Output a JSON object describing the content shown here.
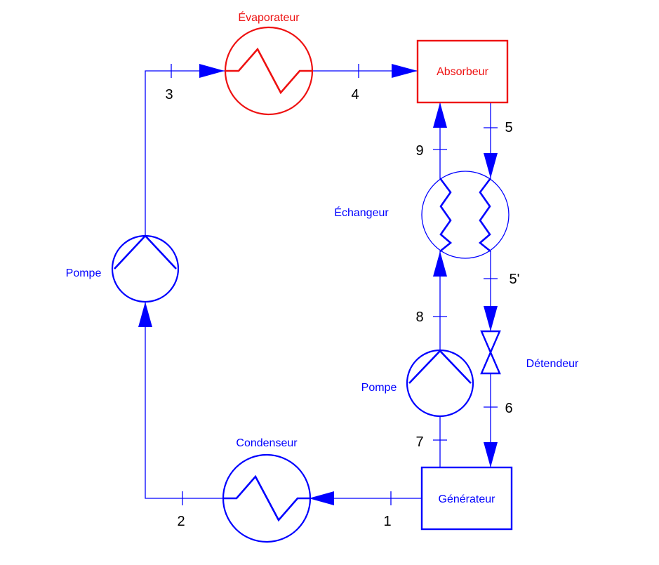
{
  "colors": {
    "blue": "#0000ff",
    "red": "#ee1111",
    "black": "#000000",
    "background": "#ffffff"
  },
  "components": {
    "evaporateur": "Évaporateur",
    "absorbeur": "Absorbeur",
    "echangeur": "Échangeur",
    "pompe_left": "Pompe",
    "pompe_right": "Pompe",
    "detendeur": "Détendeur",
    "condenseur": "Condenseur",
    "generateur": "Générateur"
  },
  "states": {
    "s1": "1",
    "s2": "2",
    "s3": "3",
    "s4": "4",
    "s5": "5",
    "s5p": "5'",
    "s6": "6",
    "s7": "7",
    "s8": "8",
    "s9": "9"
  }
}
